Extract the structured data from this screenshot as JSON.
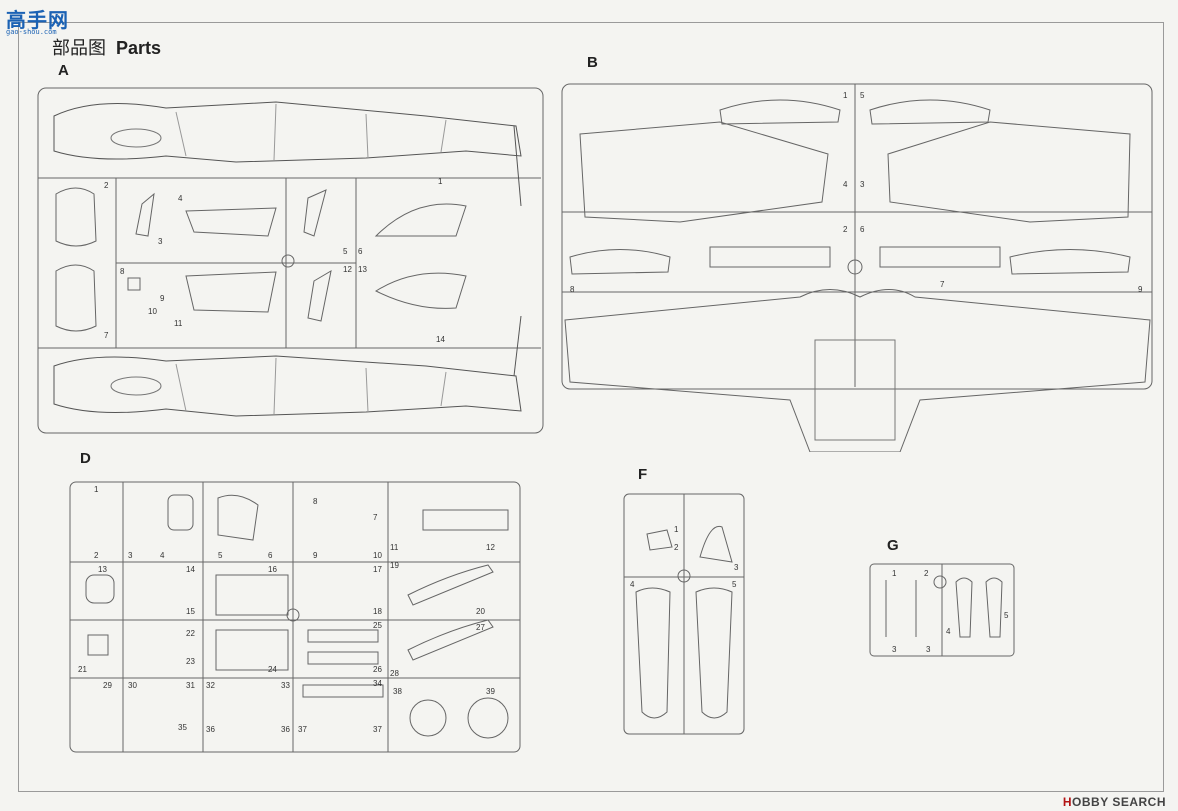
{
  "header": {
    "logo_text": "高手网",
    "logo_url": "gao-shou.com",
    "title_zh": "部品图",
    "title_en": "Parts"
  },
  "sprues": [
    {
      "label": "A"
    },
    {
      "label": "B"
    },
    {
      "label": "D"
    },
    {
      "label": "F"
    },
    {
      "label": "G"
    }
  ],
  "footer": {
    "watermark_h": "H",
    "watermark_rest": "OBBY SEARCH"
  }
}
